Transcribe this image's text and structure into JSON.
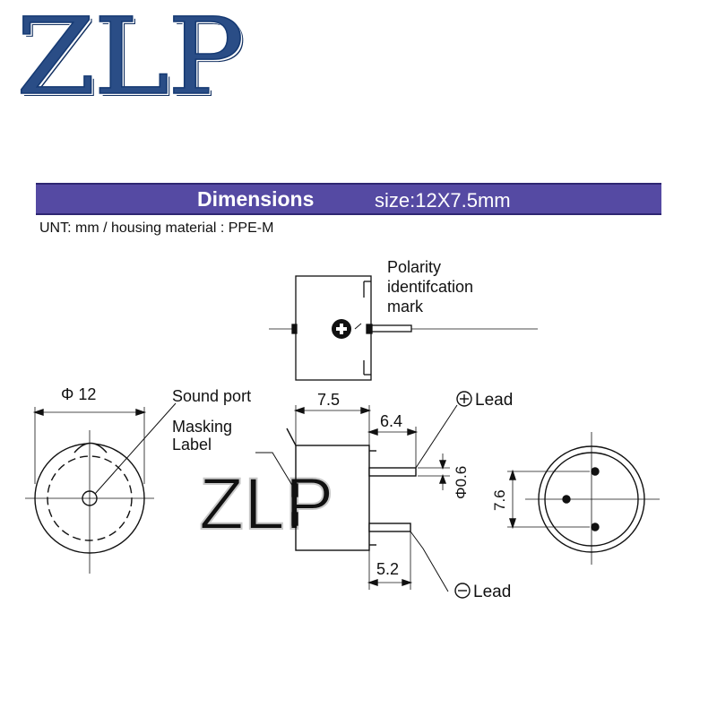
{
  "brand": {
    "logo_text": "ZLP",
    "watermark_text": "ZLP"
  },
  "header": {
    "title": "Dimensions",
    "size": "size:12X7.5mm",
    "units_line": "UNT: mm  /  housing material : PPE-M",
    "colors": {
      "banner": "#554aa3",
      "logo": "#2a4d86"
    }
  },
  "labels": {
    "polarity": [
      "Polarity",
      "identifcation",
      "mark"
    ],
    "sound_port": "Sound port",
    "masking": [
      "Masking",
      "Label"
    ],
    "phi12": "Φ 12",
    "dim_7_5": "7.5",
    "dim_6_4": "6.4",
    "dim_phi06": "Φ0.6",
    "dim_7_6": "7.6",
    "dim_5_2": "5.2",
    "lead_plus": "Lead",
    "lead_minus": "Lead"
  }
}
